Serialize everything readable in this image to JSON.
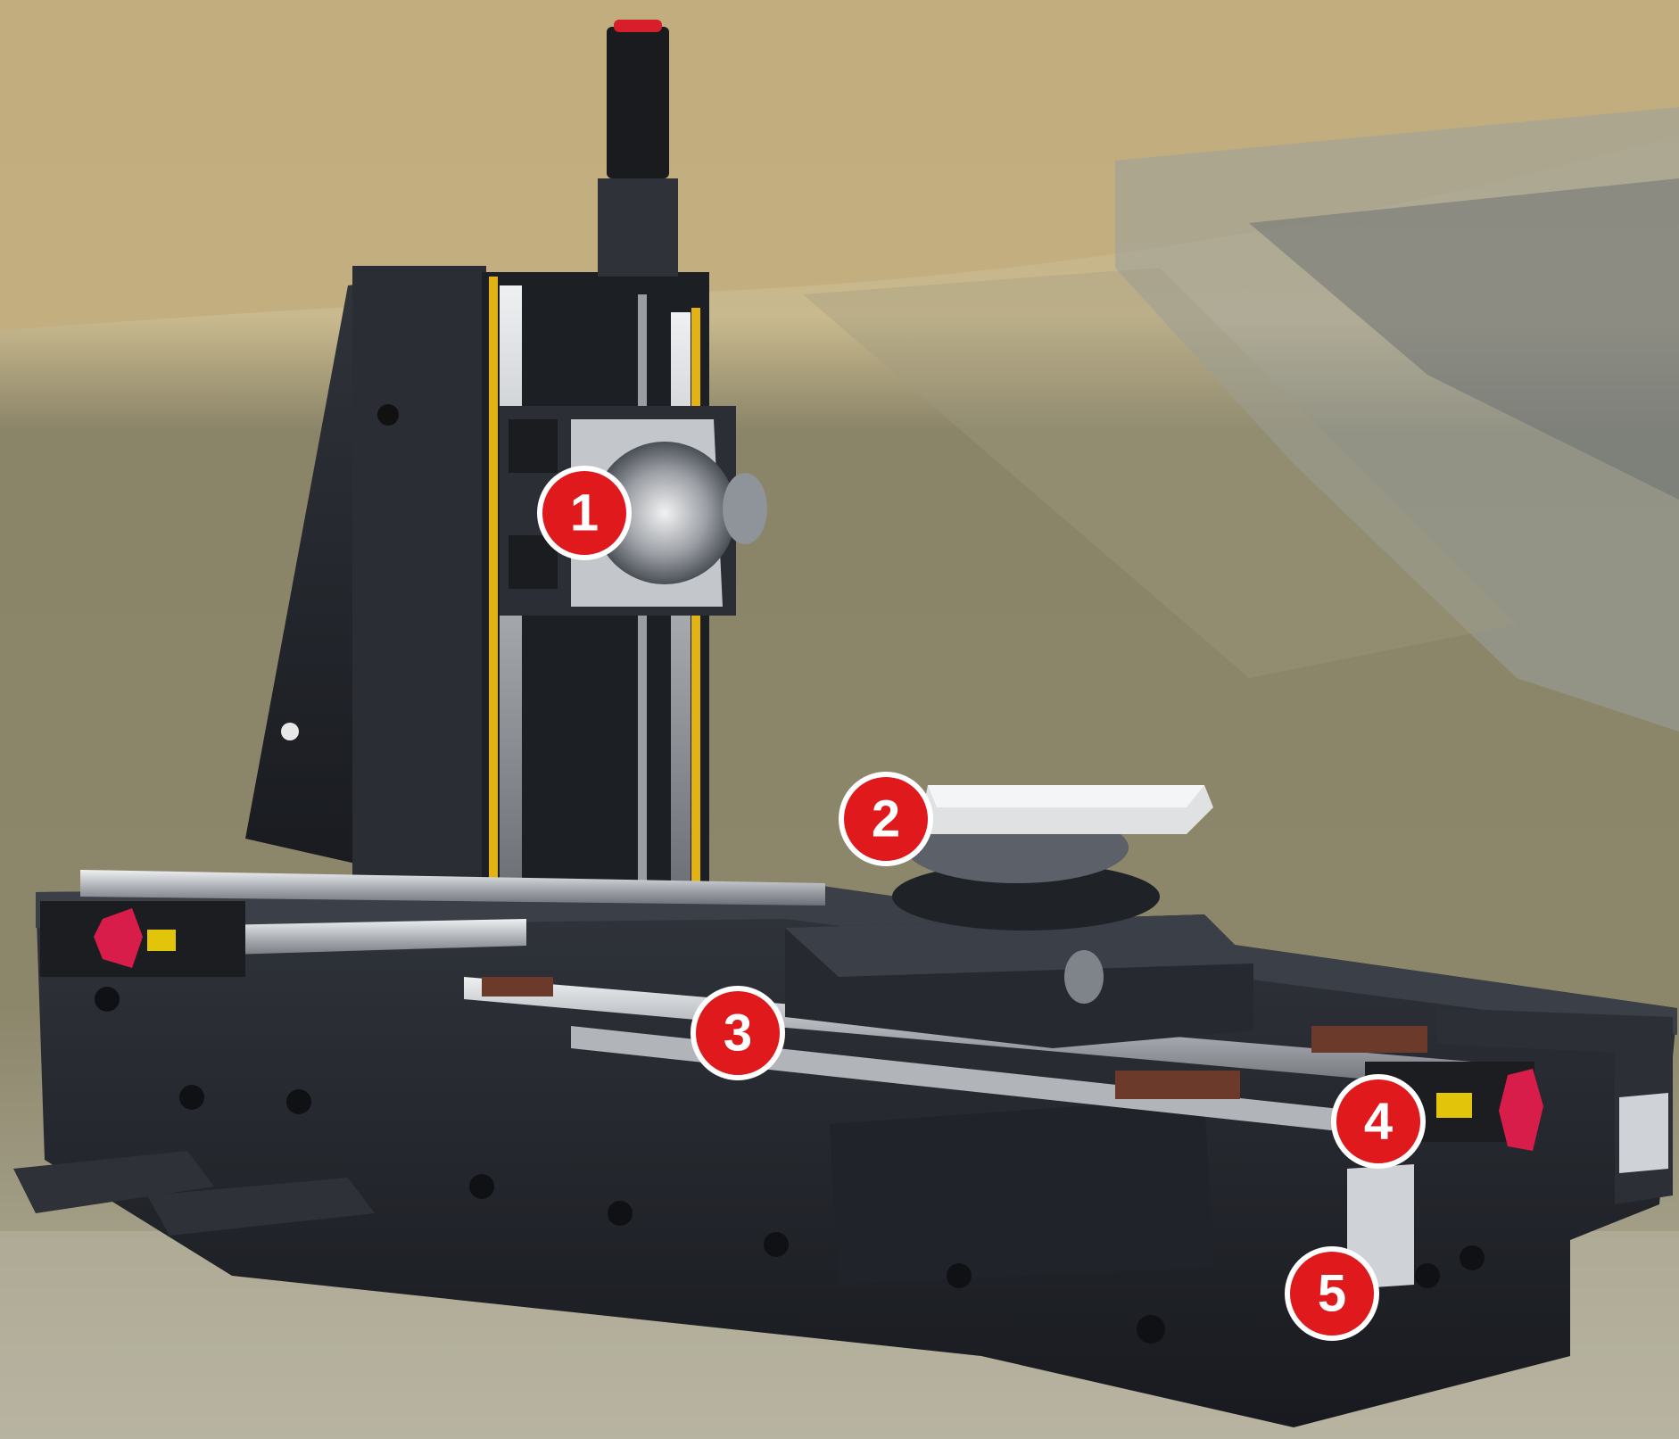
{
  "colors": {
    "callout_fill": "#e0191c",
    "callout_border": "#ffffff",
    "machine_body": "#23262c",
    "machine_edge": "#3a3f48",
    "rail_steel": "#c9ccd0",
    "rail_yellow": "#e2b312",
    "background_sand": "#b8a67a",
    "background_floor": "#7d7a62"
  },
  "callouts": [
    {
      "label": "1"
    },
    {
      "label": "2"
    },
    {
      "label": "3"
    },
    {
      "label": "4"
    },
    {
      "label": "5"
    }
  ]
}
